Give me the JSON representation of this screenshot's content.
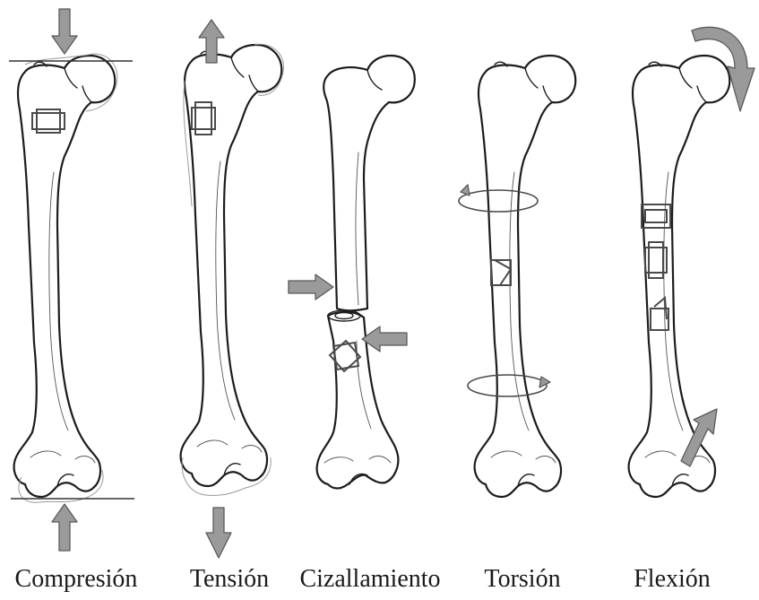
{
  "figure": {
    "labels": [
      "Compresión",
      "Tensión",
      "Cizallamiento",
      "Torsión",
      "Flexión"
    ]
  },
  "colors": {
    "arrow_fill": "#9a9a9a",
    "outline": "#1c1c1c",
    "background": "#ffffff"
  },
  "icons": [
    "down-arrow-icon",
    "up-arrow-icon",
    "right-arrow-icon",
    "left-arrow-icon",
    "curved-arrow-icon",
    "rotation-arrow-icon"
  ]
}
